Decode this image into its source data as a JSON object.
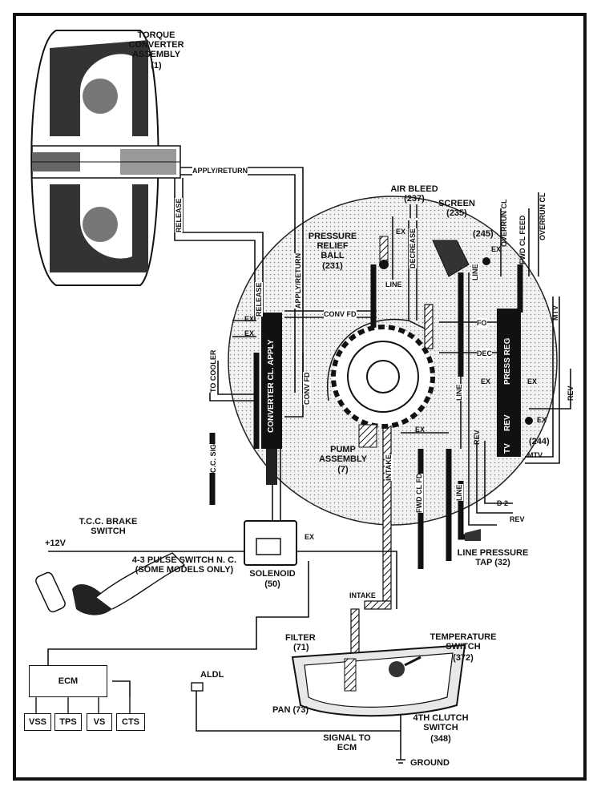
{
  "components": {
    "torque_converter": {
      "name": "TORQUE\nCONVERTER\nASSEMBLY",
      "ref": "(1)"
    },
    "pressure_relief_ball": {
      "name": "PRESSURE\nRELIEF\nBALL",
      "ref": "(231)"
    },
    "air_bleed": {
      "name": "AIR BLEED",
      "ref": "(237)"
    },
    "screen": {
      "name": "SCREEN",
      "ref": "(235)"
    },
    "check_ball_245": {
      "ref": "(245)"
    },
    "check_ball_244": {
      "ref": "(244)"
    },
    "pump_assembly": {
      "name": "PUMP\nASSEMBLY",
      "ref": "(7)"
    },
    "tcc_brake_switch": {
      "name": "T.C.C. BRAKE\nSWITCH"
    },
    "pulse_switch": {
      "name": "4-3 PULSE SWITCH N. C.\n(SOME MODELS ONLY)"
    },
    "solenoid": {
      "name": "SOLENOID",
      "ref": "(50)"
    },
    "line_pressure_tap": {
      "name": "LINE PRESSURE\nTAP (32)"
    },
    "filter": {
      "name": "FILTER",
      "ref": "(71)"
    },
    "temperature_switch": {
      "name": "TEMPERATURE\nSWITCH",
      "ref": "(372)"
    },
    "pan": {
      "name": "PAN (73)"
    },
    "fourth_clutch_switch": {
      "name": "4TH CLUTCH\nSWITCH",
      "ref": "(348)"
    },
    "aldl": {
      "name": "ALDL"
    },
    "signal_to_ecm": {
      "name": "SIGNAL TO\nECM"
    },
    "ground": {
      "name": "GROUND"
    }
  },
  "ecm": {
    "label": "ECM",
    "inputs": [
      "VSS",
      "TPS",
      "VS",
      "CTS"
    ]
  },
  "supply": {
    "voltage": "+12V"
  },
  "valves": {
    "converter_apply": "CONVERTER CL. APPLY",
    "press_reg": "PRESS REG",
    "rev": "REV",
    "tv": "TV"
  },
  "passages": {
    "apply_return_h": "APPLY/RETURN",
    "apply_return_v": "APPLY/RETURN",
    "release_v1": "RELEASE",
    "release_v2": "RELEASE",
    "to_cooler": "TO COOLER",
    "cc_sig": "C.C. SIG",
    "conv_fd_h": "CONV FD",
    "conv_fd_v": "CONV FD",
    "ex": "EX",
    "decrease": "DECREASE",
    "line": "LINE",
    "overrun_cl": "OVERRUN CL",
    "fwd_cl_feed": "FWD CL FEED",
    "overrun_cl_2": "OVERRUN CL",
    "mtv": "MTV",
    "rev": "REV",
    "fo": "FO",
    "dec": "DEC",
    "intake": "INTAKE",
    "fwd_cl_fd": "FWD CL FD",
    "d2": "D 2"
  }
}
